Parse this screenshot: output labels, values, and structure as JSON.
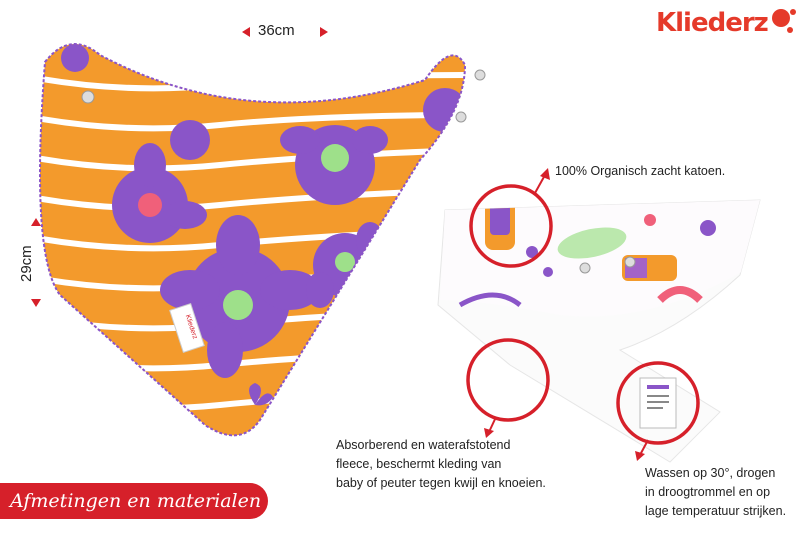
{
  "brand": {
    "logo_text": "Kliederz",
    "tag_text": "Kliederz"
  },
  "dimensions": {
    "width_label": "36cm",
    "height_label": "29cm"
  },
  "callouts": {
    "cotton": "100% Organisch zacht katoen.",
    "fleece": "Absorberend en waterafstotend fleece, beschermt kleding van baby of peuter tegen kwijl en knoeien.",
    "fleece_lines": [
      "Absorberend en waterafstotend",
      "fleece, beschermt kleding van",
      "baby of peuter tegen kwijl en knoeien."
    ],
    "wash": "Wassen op 30°, drogen in droogtrommel en op lage temperatuur strijken.",
    "wash_lines": [
      "Wassen op 30°, drogen",
      "in droogtrommel en op",
      "lage temperatuur strijken."
    ]
  },
  "banner": {
    "title": "Afmetingen en materialen"
  },
  "colors": {
    "accent": "#d6202a",
    "bib_orange": "#f39a2c",
    "flower_purple": "#8a55c8",
    "flower_center": "#9ee08a",
    "flower_pink": "#f0607a"
  }
}
